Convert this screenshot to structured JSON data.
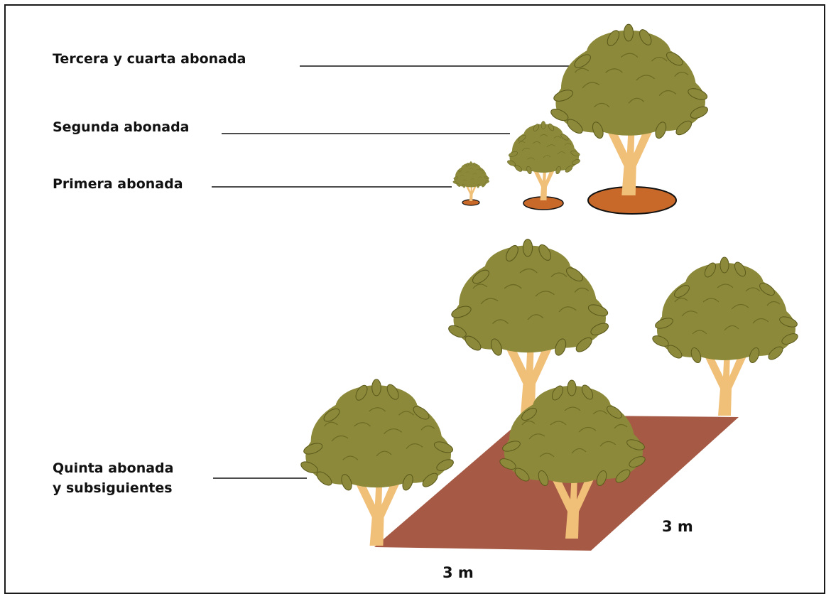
{
  "labels": {
    "tercera": "Tercera y cuarta abonada",
    "segunda": "Segunda abonada",
    "primera": "Primera abonada",
    "quinta_line1": "Quinta abonada",
    "quinta_line2": "y subsiguientes"
  },
  "dimensions": {
    "side_right": "3 m",
    "side_bottom": "3 m"
  },
  "colors": {
    "foliage": "#8c8a3a",
    "foliage_dark": "#6e6c24",
    "trunk": "#f0c078",
    "fertilizer_ring": "#c8692a",
    "plot": "#a65a45",
    "line": "#111111"
  }
}
